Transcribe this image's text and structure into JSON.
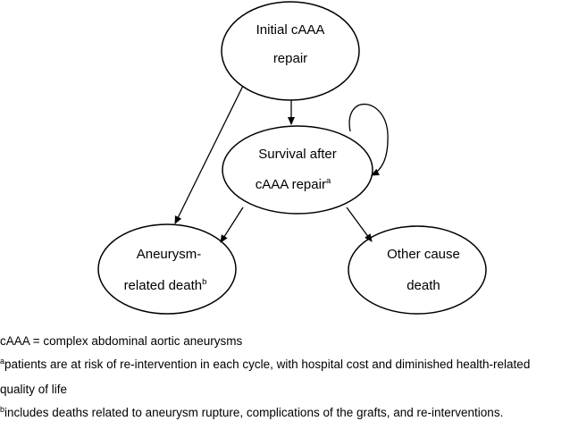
{
  "nodes": {
    "initial": {
      "line1": "Initial cAAA",
      "line2": "repair"
    },
    "survival": {
      "line1": "Survival after",
      "line2": "cAAA repair",
      "marker": "a"
    },
    "aneurysm_death": {
      "line1": "Aneurysm-",
      "line2": "related death",
      "marker": "b"
    },
    "other_death": {
      "line1": "Other cause",
      "line2": "death"
    }
  },
  "notes": {
    "abbrev": "cAAA = complex abdominal aortic aneurysms",
    "a_marker": "a",
    "a_text": "patients are at risk of re-intervention in each cycle, with hospital cost and diminished health-related",
    "a_text_cont": "quality of life",
    "b_marker": "b",
    "b_text": "includes deaths related to aneurysm rupture, complications of the grafts, and re-interventions."
  }
}
